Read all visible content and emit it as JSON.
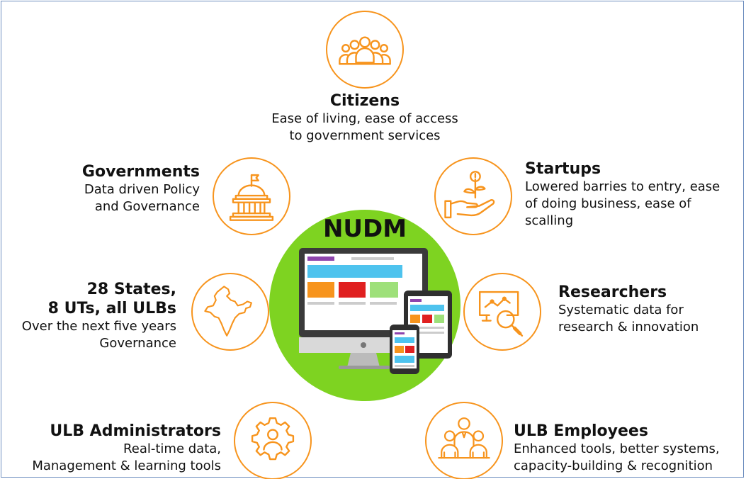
{
  "hub": {
    "title": "NUDM"
  },
  "stakeholders": {
    "citizens": {
      "title": "Citizens",
      "lines": [
        "Ease of living, ease of access",
        "to government services"
      ],
      "icon": "people-group-icon"
    },
    "governments": {
      "title": "Governments",
      "lines": [
        "Data driven Policy",
        "and Governance"
      ],
      "icon": "government-building-icon"
    },
    "startups": {
      "title": "Startups",
      "lines": [
        "Lowered barries to entry, ease",
        "of doing business, ease of",
        "scalling"
      ],
      "icon": "idea-plant-hand-icon"
    },
    "states": {
      "title_lines": [
        "28 States,",
        "8 UTs, all ULBs"
      ],
      "lines": [
        "Over the next five years",
        "Governance"
      ],
      "icon": "india-map-icon"
    },
    "researchers": {
      "title": "Researchers",
      "lines": [
        "Systematic data for",
        "research & innovation"
      ],
      "icon": "magnifier-chart-icon"
    },
    "ulb_admins": {
      "title": "ULB Administrators",
      "lines": [
        "Real-time data,",
        "Management & learning tools"
      ],
      "icon": "gear-person-icon"
    },
    "ulb_employees": {
      "title": "ULB Employees",
      "lines": [
        "Enhanced tools, better systems,",
        "capacity-building & recognition"
      ],
      "icon": "team-icon"
    }
  },
  "colors": {
    "accent": "#f7941d",
    "hub": "#7ed321",
    "frame": "#6f8fbf"
  }
}
